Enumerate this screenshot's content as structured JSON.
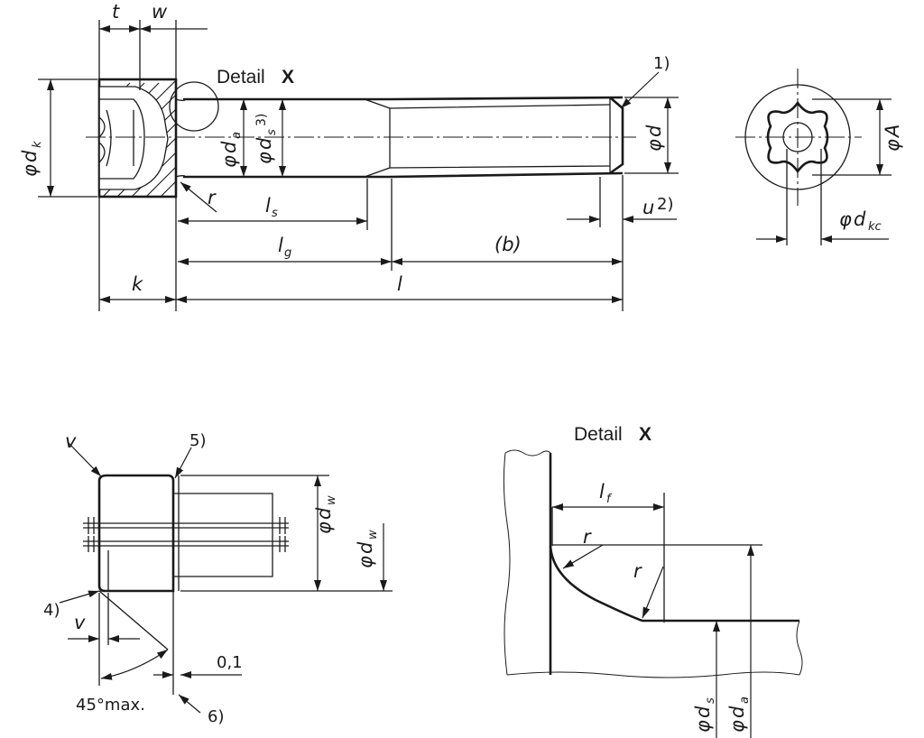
{
  "detail": {
    "word": "Detail",
    "letter": "X"
  },
  "symbols": {
    "phi": "φ"
  },
  "labels": {
    "t": "t",
    "w": "w",
    "k": "k",
    "r": "r",
    "l": "l",
    "d": "d",
    "A": "A",
    "u": "u",
    "v": "v",
    "d_k": "d",
    "d_k_sub": "k",
    "d_a": "d",
    "d_a_sub": "a",
    "d_s": "d",
    "d_s_sub": "s",
    "d_w": "d",
    "d_w_sub": "w",
    "d_kc": "d",
    "d_kc_sub": "kc",
    "l_s": "l",
    "l_s_sub": "s",
    "l_g": "l",
    "l_g_sub": "g",
    "l_f": "l",
    "l_f_sub": "f",
    "b": "(b)"
  },
  "notes": {
    "n1": "1)",
    "n2": "2)",
    "n3": "3)",
    "n4": "4)",
    "n5": "5)",
    "n6": "6)"
  },
  "values": {
    "tol": "0,1",
    "angle": "45°max."
  }
}
